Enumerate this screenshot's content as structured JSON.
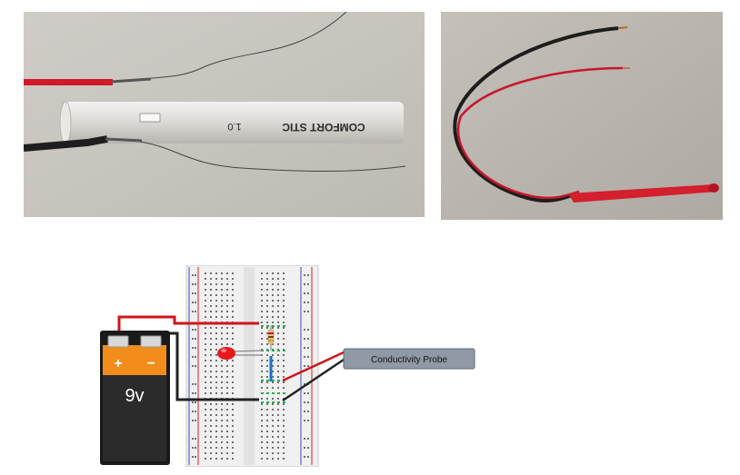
{
  "photos": {
    "left": {
      "tube_label": "COMFORT STIC",
      "tube_number": "1.0"
    },
    "right": {}
  },
  "diagram": {
    "battery_plus": "+",
    "battery_minus": "−",
    "battery_voltage": "9v",
    "probe_label": "Conductivity Probe",
    "colors": {
      "red_wire": "#d0141b",
      "black_wire": "#222222",
      "battery_orange": "#f28c1a",
      "battery_body": "#2b2b2b",
      "probe_box": "#8f9aa6",
      "led": "#e8191e"
    }
  }
}
